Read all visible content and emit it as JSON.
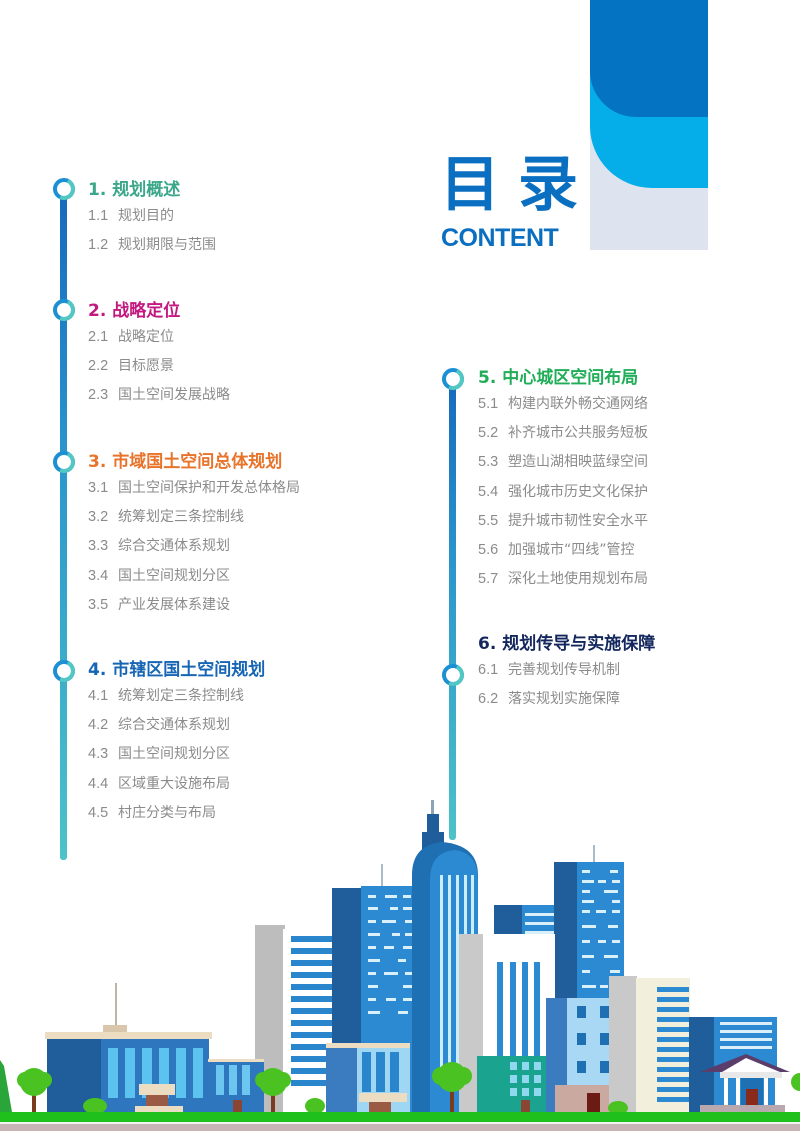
{
  "header": {
    "title_cn": "目录",
    "title_en": "CONTENT"
  },
  "colors": {
    "accent_blue": "#0a6fc0",
    "deco_dark": "#0373c2",
    "deco_light": "#06aee9",
    "deco_pale": "#dde4ef",
    "section1": "#3aa68a",
    "section2": "#c2187f",
    "section3": "#e8732a",
    "section4": "#1766b5",
    "section5": "#1fae57",
    "section6": "#13275e",
    "item_text": "#8b8b8b"
  },
  "sections": [
    {
      "title": "1. 规划概述",
      "items": [
        {
          "num": "1.1",
          "label": "规划目的"
        },
        {
          "num": "1.2",
          "label": "规划期限与范围"
        }
      ]
    },
    {
      "title": "2. 战略定位",
      "items": [
        {
          "num": "2.1",
          "label": "战略定位"
        },
        {
          "num": "2.2",
          "label": "目标愿景"
        },
        {
          "num": "2.3",
          "label": "国土空间发展战略"
        }
      ]
    },
    {
      "title": "3. 市域国土空间总体规划",
      "items": [
        {
          "num": "3.1",
          "label": "国土空间保护和开发总体格局"
        },
        {
          "num": "3.2",
          "label": "统筹划定三条控制线"
        },
        {
          "num": "3.3",
          "label": "综合交通体系规划"
        },
        {
          "num": "3.4",
          "label": "国土空间规划分区"
        },
        {
          "num": "3.5",
          "label": "产业发展体系建设"
        }
      ]
    },
    {
      "title": "4. 市辖区国土空间规划",
      "items": [
        {
          "num": "4.1",
          "label": "统筹划定三条控制线"
        },
        {
          "num": "4.2",
          "label": "综合交通体系规划"
        },
        {
          "num": "4.3",
          "label": "国土空间规划分区"
        },
        {
          "num": "4.4",
          "label": "区域重大设施布局"
        },
        {
          "num": "4.5",
          "label": "村庄分类与布局"
        }
      ]
    },
    {
      "title": "5. 中心城区空间布局",
      "items": [
        {
          "num": "5.1",
          "label": "构建内联外畅交通网络"
        },
        {
          "num": "5.2",
          "label": "补齐城市公共服务短板"
        },
        {
          "num": "5.3",
          "label": "塑造山湖相映蓝绿空间"
        },
        {
          "num": "5.4",
          "label": "强化城市历史文化保护"
        },
        {
          "num": "5.5",
          "label": "提升城市韧性安全水平"
        },
        {
          "num": "5.6",
          "label": "加强城市“四线”管控"
        },
        {
          "num": "5.7",
          "label": "深化土地使用规划布局"
        }
      ]
    },
    {
      "title": "6. 规划传导与实施保障",
      "items": [
        {
          "num": "6.1",
          "label": "完善规划传导机制"
        },
        {
          "num": "6.2",
          "label": "落实规划实施保障"
        }
      ]
    }
  ],
  "illustration": {
    "name": "city-skyline-illustration"
  }
}
